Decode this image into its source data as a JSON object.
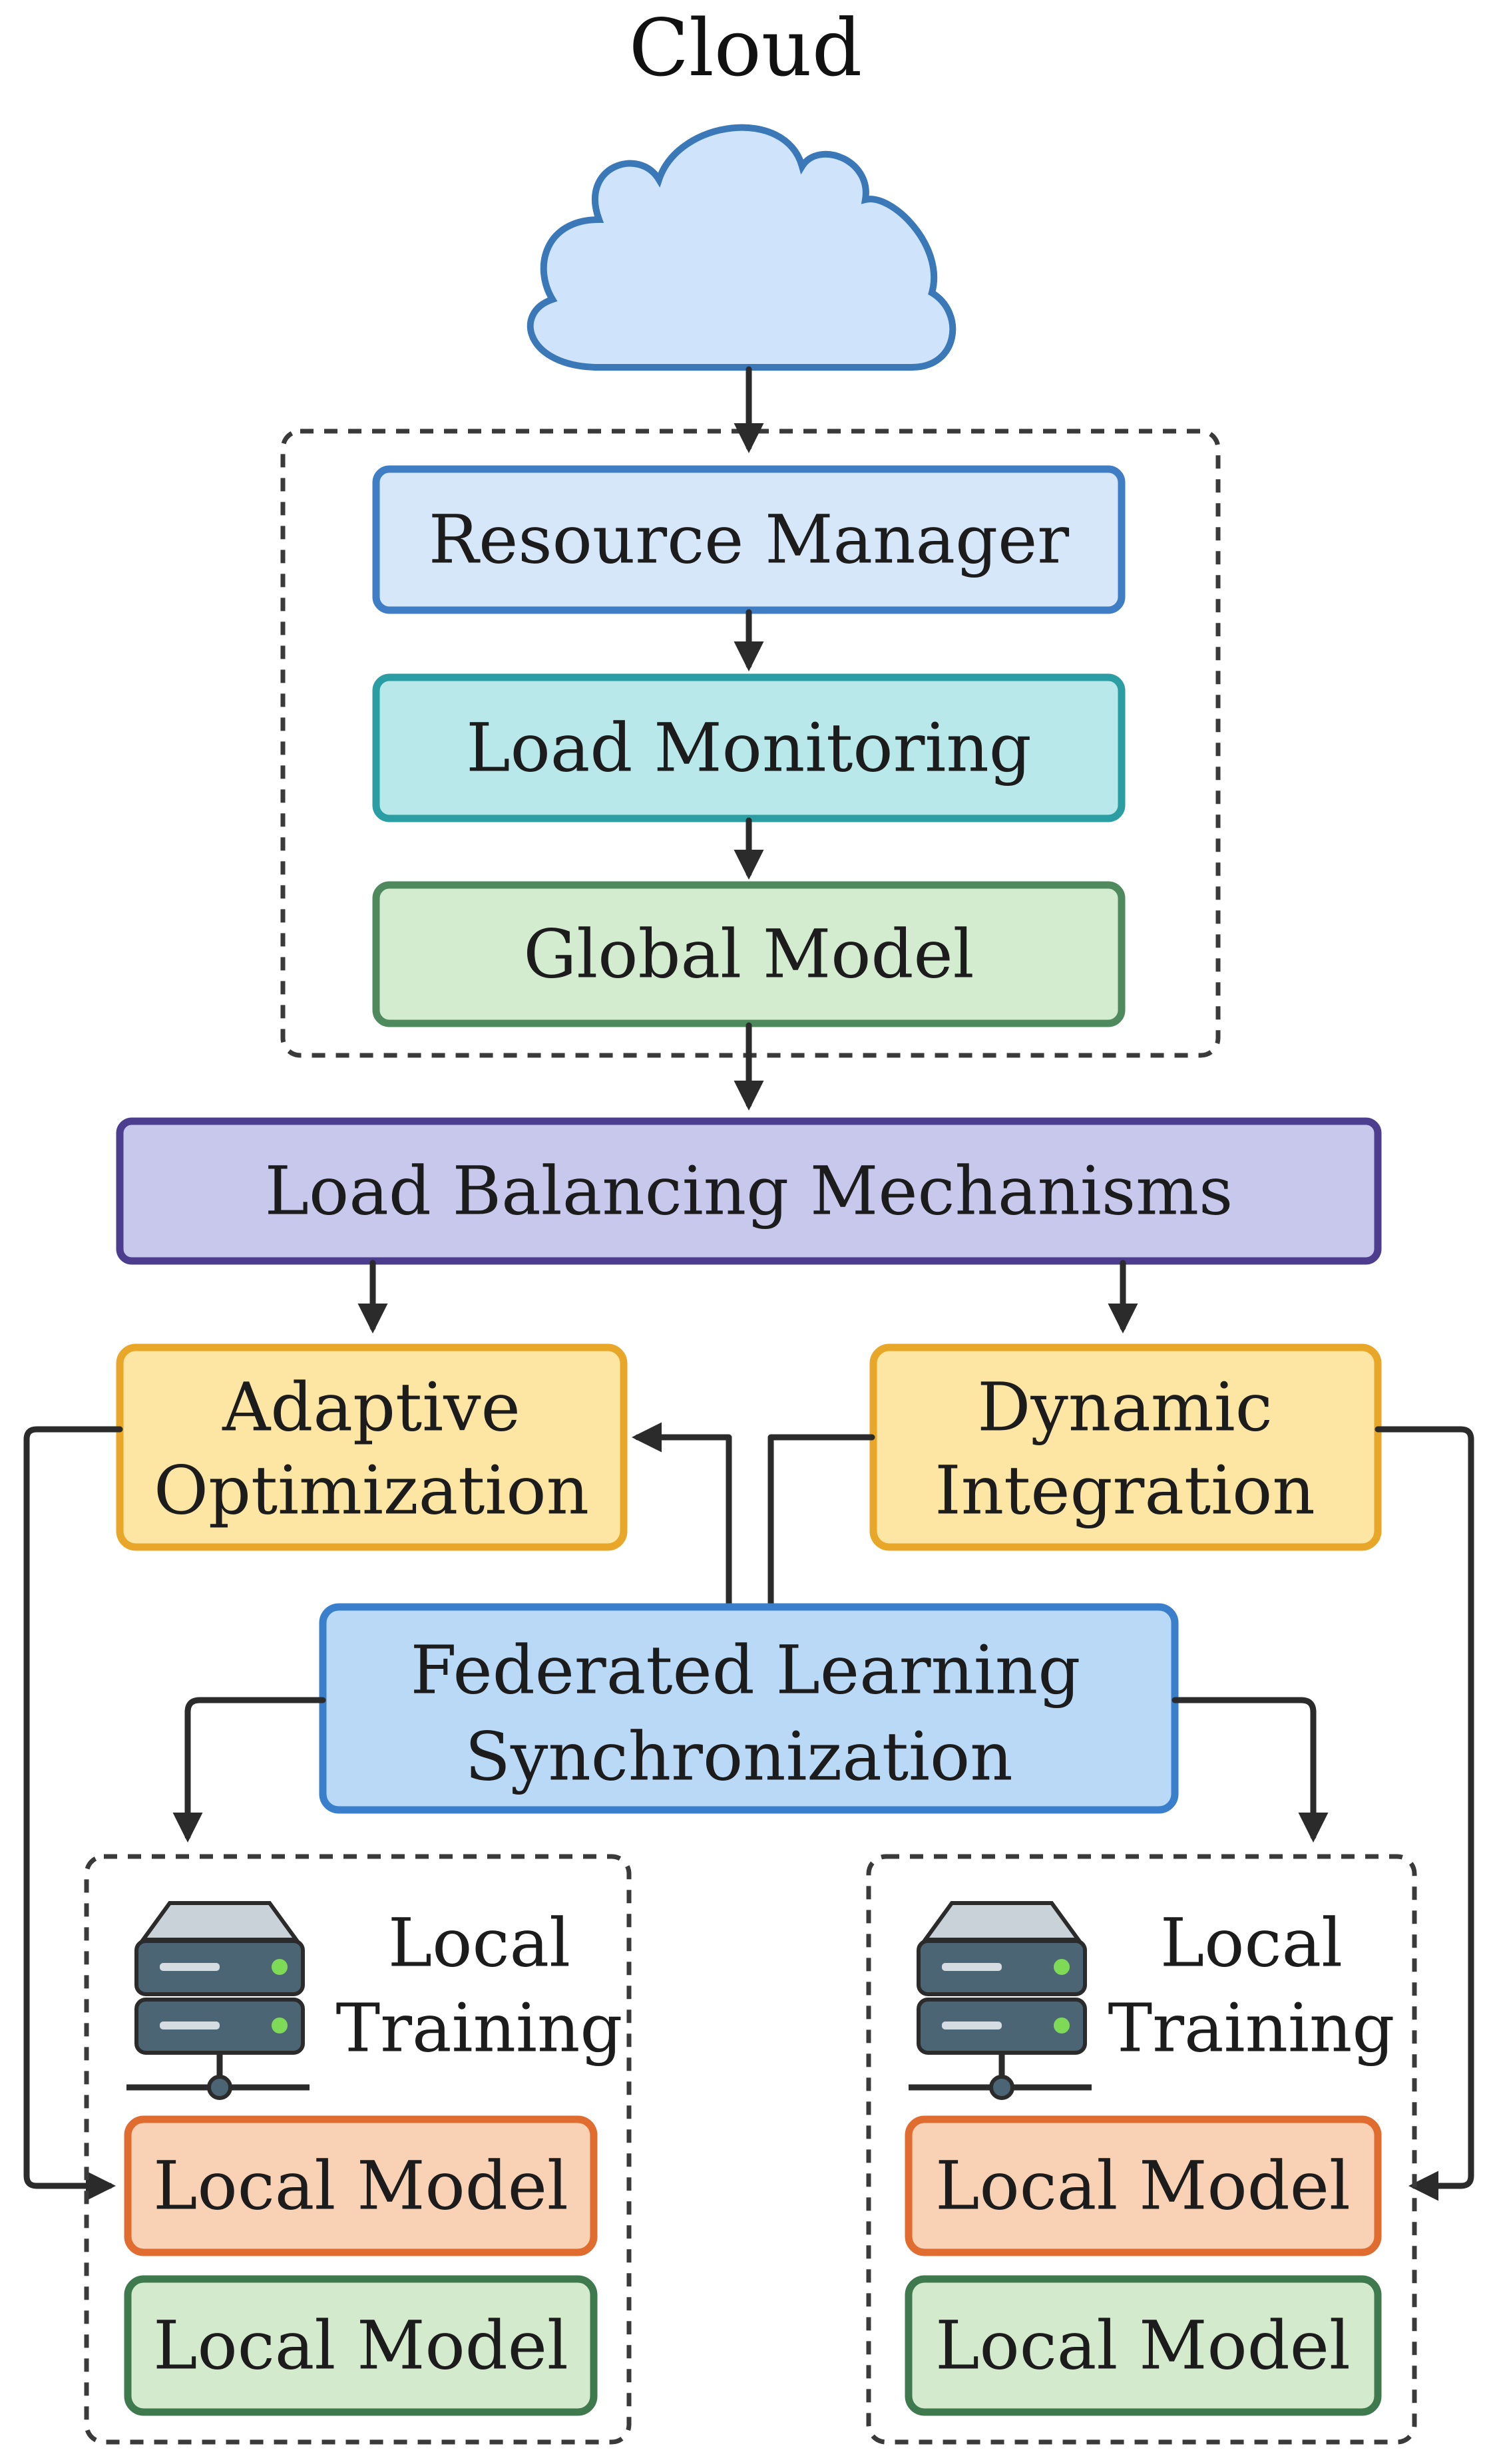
{
  "title": "Cloud",
  "nodes": {
    "resource_manager": "Resource Manager",
    "load_monitoring": "Load Monitoring",
    "global_model": "Global Model",
    "load_balancing": "Load Balancing Mechanisms",
    "adaptive_line1": "Adaptive",
    "adaptive_line2": "Optimization",
    "dynamic_line1": "Dynamic",
    "dynamic_line2": "Integration",
    "federated_line1": "Federated Learning",
    "federated_line2": "Synchronization",
    "left_training_line1": "Local",
    "left_training_line2": "Training",
    "right_training_line1": "Local",
    "right_training_line2": "Training",
    "left_local_model_a": "Local Model",
    "left_local_model_b": "Local Model",
    "right_local_model_a": "Local Model",
    "right_local_model_b": "Local Model"
  },
  "colors": {
    "cloud_fill": "#cfe4fb",
    "cloud_stroke": "#3a78b8",
    "resource_fill": "#d6e7fa",
    "resource_stroke": "#3f7dc4",
    "monitoring_fill": "#b9e8ea",
    "monitoring_stroke": "#2b9ea3",
    "global_fill": "#d3eccf",
    "global_stroke": "#4e8a5e",
    "balancing_fill": "#c8c8ec",
    "balancing_stroke": "#4c3d8f",
    "yellow_fill": "#fde6a3",
    "yellow_stroke": "#e8a729",
    "federated_fill": "#b9d9f6",
    "federated_stroke": "#3a7fcc",
    "orange_fill": "#f9d1b4",
    "orange_stroke": "#e06c30",
    "green_fill": "#d3ebcc",
    "green_stroke": "#3f7a4f",
    "server_body": "#4c6574",
    "server_top": "#c9d2d8",
    "server_led": "#7ed957"
  },
  "icons": [
    "cloud-icon",
    "server-icon"
  ]
}
